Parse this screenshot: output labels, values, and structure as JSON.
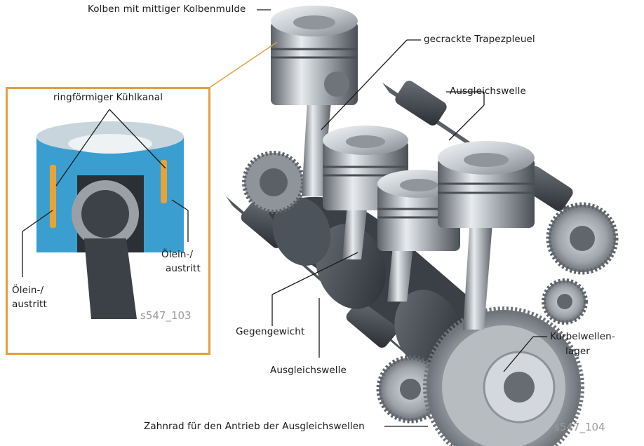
{
  "labels": {
    "piston_bowl": "Kolben mit mittiger Kolbenmulde",
    "rod": "gecrackte Trapezpleuel",
    "balance_shaft_top": "Ausgleichswelle",
    "cooling_channel": "ringförmiger Kühlkanal",
    "oil_right_1": "Ölein-/",
    "oil_right_2": "austritt",
    "oil_left_1": "Ölein-/",
    "oil_left_2": "austritt",
    "counterweight": "Gegengewicht",
    "balance_shaft_bottom": "Ausgleichswelle",
    "bearing_1": "Kurbelwellen-",
    "bearing_2": "lager",
    "gear": "Zahnrad für den Antrieb der Ausgleichswellen"
  },
  "codes": {
    "inset": "s547_103",
    "main": "s547_104"
  },
  "colors": {
    "inset_border": "#e2a03c",
    "cooling_channel": "#e8a23a",
    "piston_section": "#3a9fd0",
    "leader": "#1a1a1a"
  }
}
